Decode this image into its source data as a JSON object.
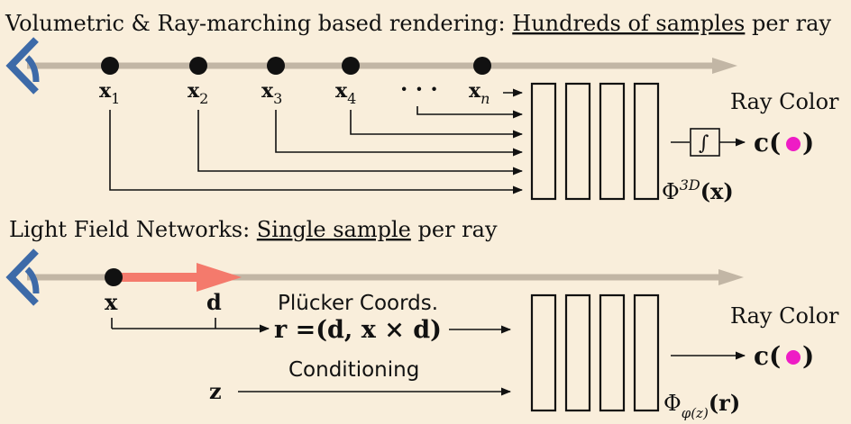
{
  "colors": {
    "background": "#f9eedb",
    "eye": "#3d6aa8",
    "ray": "#c2b6a5",
    "direction_arrow": "#f47a6c",
    "color_dot": "#ee1cc5",
    "ink": "#111111"
  },
  "volumetric": {
    "title_prefix": "Volumetric & Ray-marching based rendering: ",
    "title_emph": "Hundreds of samples",
    "title_suffix": " per ray",
    "samples": [
      {
        "base": "x",
        "sub": "1"
      },
      {
        "base": "x",
        "sub": "2"
      },
      {
        "base": "x",
        "sub": "3"
      },
      {
        "base": "x",
        "sub": "4"
      },
      {
        "base": "x",
        "sub": "n"
      }
    ],
    "ellipsis": "· · ·",
    "ray_color_label": "Ray Color",
    "integral_symbol": "∫",
    "output_label": "c(",
    "output_close": ")",
    "network_label": "Φ",
    "network_sup": "3D",
    "network_arg": "(x)"
  },
  "lightfield": {
    "title_prefix": "Light Field Networks: ",
    "title_emph": "Single sample",
    "title_suffix": " per ray",
    "point_label": "x",
    "direction_label": "d",
    "plucker_label": "Plücker Coords.",
    "plucker_formula": "r =(d, x × d)",
    "conditioning_label": "Conditioning",
    "z_label": "z",
    "ray_color_label": "Ray Color",
    "output_label": "c(",
    "output_close": ")",
    "network_label": "Φ",
    "network_sub": "φ(z)",
    "network_arg": "(r)"
  }
}
